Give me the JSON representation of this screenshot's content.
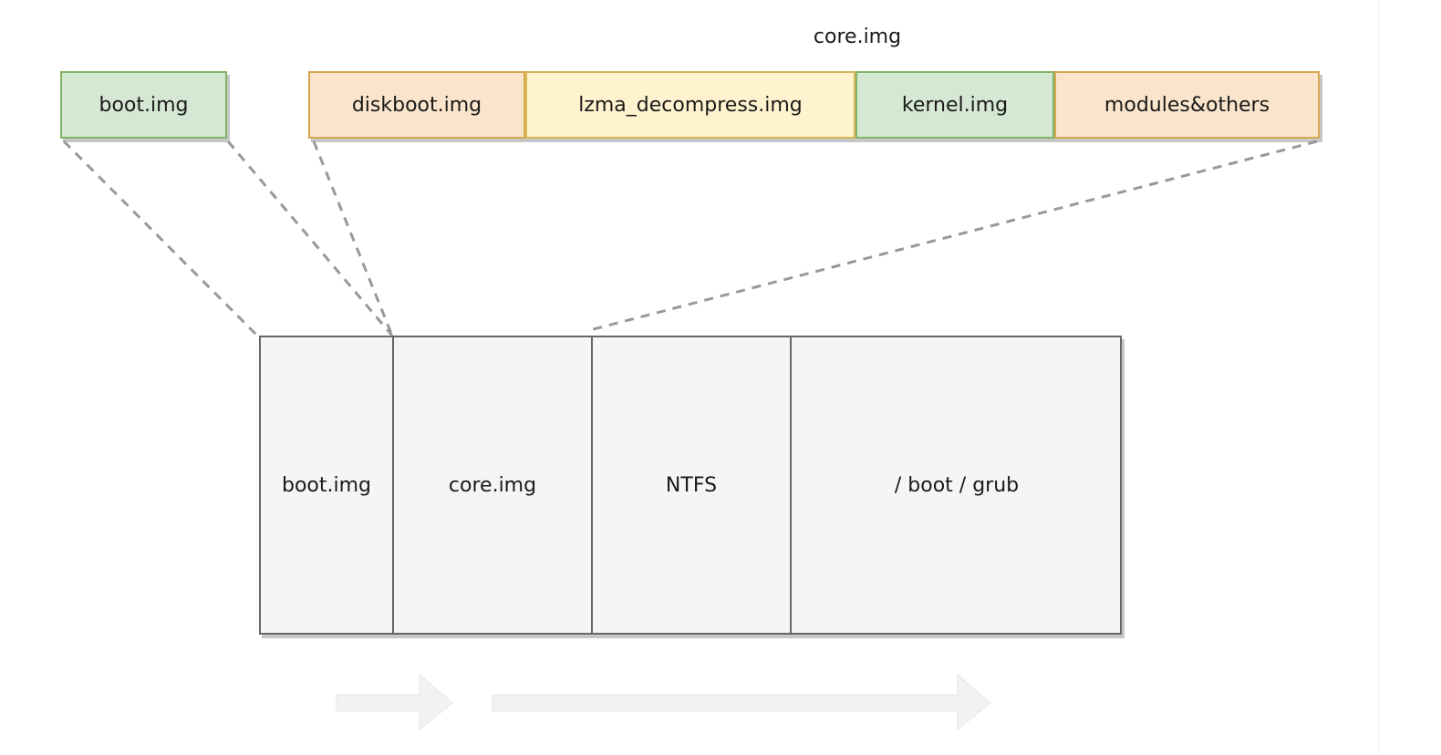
{
  "top_label": "core.img",
  "top_row": {
    "boot": "boot.img",
    "diskboot": "diskboot.img",
    "lzma": "lzma_decompress.img",
    "kernel": "kernel.img",
    "modules": "modules&others"
  },
  "disk": {
    "boot": "boot.img",
    "core": "core.img",
    "ntfs": "NTFS",
    "grub": "/ boot / grub"
  },
  "colors": {
    "green_fill": "#d5e8d4",
    "green_stroke": "#82b366",
    "orange_fill": "#fae5cc",
    "orange_stroke": "#d6a84e",
    "yellow_fill": "#fff3cf",
    "yellow_stroke": "#d6b656",
    "disk_fill": "#f5f5f5",
    "disk_stroke": "#666666",
    "connector": "#999999",
    "arrow_fill": "#f2f2f2"
  }
}
